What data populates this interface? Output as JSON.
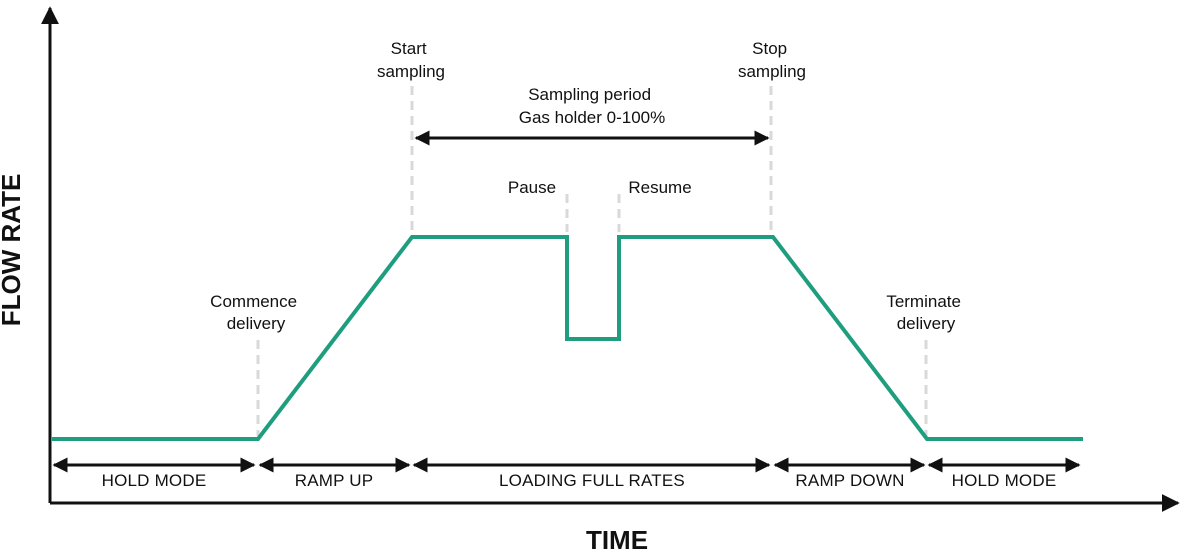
{
  "axes": {
    "y_title": "FLOW RATE",
    "x_title": "TIME"
  },
  "colors": {
    "flow_line": "#1f9e7f",
    "axis": "#111111",
    "guide": "#d9d9d9"
  },
  "events": {
    "commence": [
      "Commence",
      "delivery"
    ],
    "start": [
      "Start",
      "sampling"
    ],
    "stop": [
      "Stop",
      "sampling"
    ],
    "terminate": [
      "Terminate",
      "delivery"
    ],
    "pause": "Pause",
    "resume": "Resume"
  },
  "sampling_period": [
    "Sampling period",
    "Gas holder 0-100%"
  ],
  "phases": [
    "HOLD MODE",
    "RAMP UP",
    "LOADING FULL RATES",
    "RAMP DOWN",
    "HOLD MODE"
  ]
}
